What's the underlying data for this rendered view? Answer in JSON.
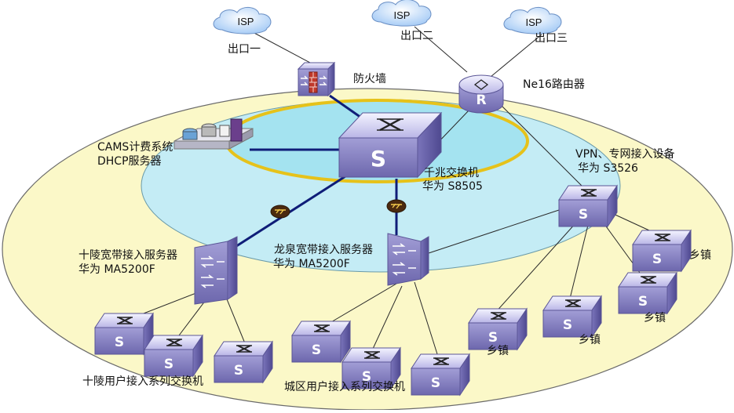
{
  "isp": {
    "label": "ISP",
    "exit1": "出口一",
    "exit2": "出口二",
    "exit3": "出口三"
  },
  "devices": {
    "firewall": "防火墙",
    "router": "Ne16路由器",
    "router_glyph": "R",
    "switch_glyph": "S",
    "server_line1": "CAMS计费系统",
    "server_line2": "DHCP服务器",
    "core_line1": "千兆交换机",
    "core_line2": "华为 S8505",
    "vpn_line1": "VPN、专网接入设备",
    "vpn_line2": "华为 S3526",
    "bras1_line1": "十陵宽带接入服务器",
    "bras1_line2": "华为 MA5200F",
    "bras2_line1": "龙泉宽带接入服务器",
    "bras2_line2": "华为 MA5200F",
    "town": "乡镇",
    "access1": "十陵用户接入系列交换机",
    "access2": "城区用户接入系列交换机"
  },
  "colors": {
    "outer_ring": "#fbf8c8",
    "middle_ring": "#bfeaf4",
    "inner_ring": "#9fe2ef",
    "inner_ring_border": "#e6c21a",
    "link_dark": "#0f1d78",
    "link_thin": "#2a2a2a",
    "device_purple": "#8c86c6",
    "cloud": "#cfe3ff"
  }
}
